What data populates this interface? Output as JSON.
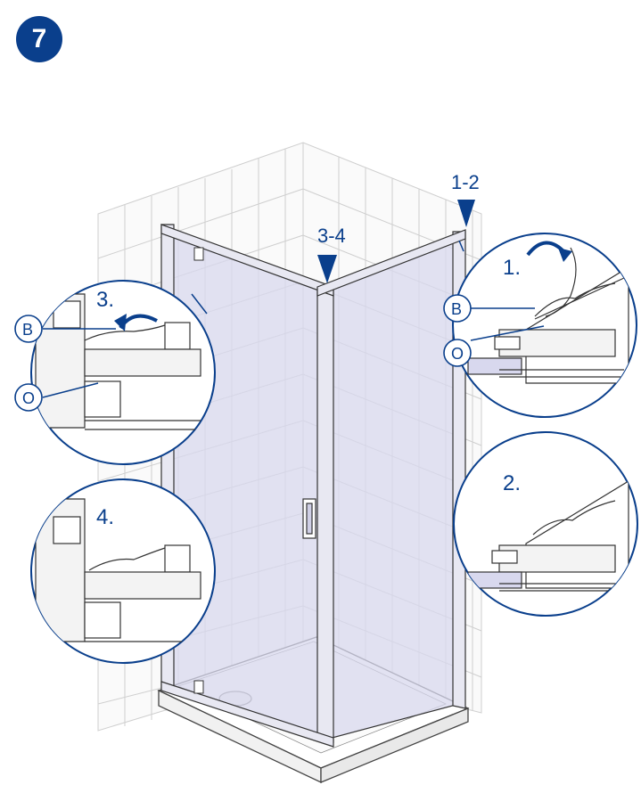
{
  "step": {
    "number": "7"
  },
  "markers": {
    "top_right": "1-2",
    "top_center": "3-4"
  },
  "details": {
    "d1": {
      "step": "1.",
      "letter_b": "B",
      "letter_o": "O"
    },
    "d2": {
      "step": "2."
    },
    "d3": {
      "step": "3.",
      "letter_b": "B",
      "letter_o": "O"
    },
    "d4": {
      "step": "4."
    }
  },
  "colors": {
    "brand_blue": "#0a3f8c",
    "glass_tint": "#d8d8ee",
    "line": "#333333",
    "tile_line": "#c8c8c8"
  }
}
